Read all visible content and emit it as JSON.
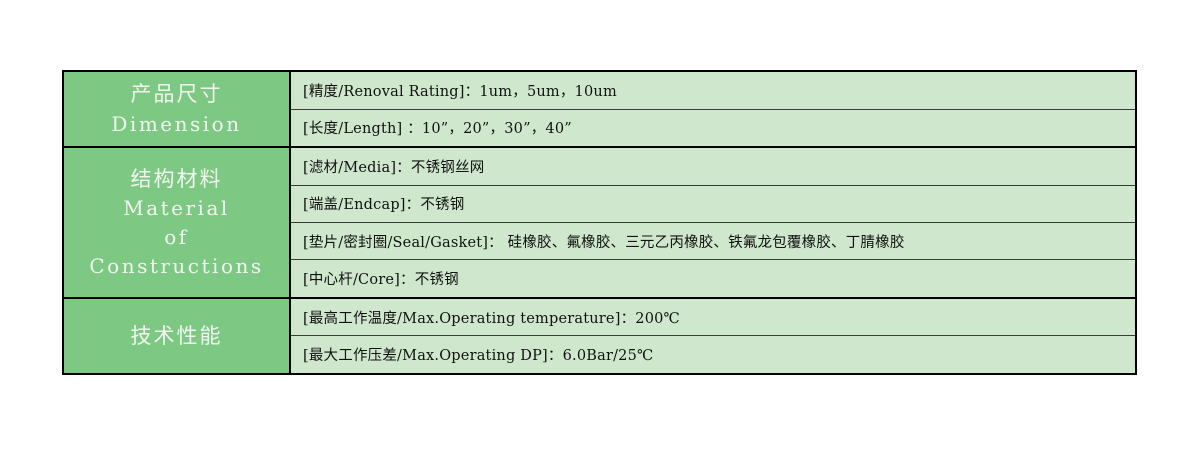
{
  "document": {
    "title": "产品规格表",
    "colors": {
      "header_bg": "#7dc984",
      "cell_bg": "#cfe8cd",
      "header_text": "#f2f6f0",
      "border": "#000000",
      "cell_text": "#111111"
    }
  },
  "table": {
    "groups": [
      {
        "name_cn": "产品尺寸",
        "name_en": "Dimension",
        "rows": [
          "[精度/Renoval Rating]：1um，5um，10um",
          "[长度/Length] ：10”，20”，30”，40”"
        ]
      },
      {
        "name_cn": "结构材料",
        "name_en_lines": [
          "Material",
          "of",
          "Constructions"
        ],
        "rows": [
          "[滤材/Media]：不锈钢丝网",
          "[端盖/Endcap]：不锈钢",
          "[垫片/密封圈/Seal/Gasket]： 硅橡胶、氟橡胶、三元乙丙橡胶、铁氟龙包覆橡胶、丁腈橡胶",
          "[中心杆/Core]：不锈钢"
        ]
      },
      {
        "name_cn": "技术性能",
        "name_en": "",
        "rows": [
          "[最高工作温度/Max.Operating temperature]：200℃",
          "[最大工作压差/Max.Operating DP]：6.0Bar/25℃"
        ]
      }
    ]
  }
}
